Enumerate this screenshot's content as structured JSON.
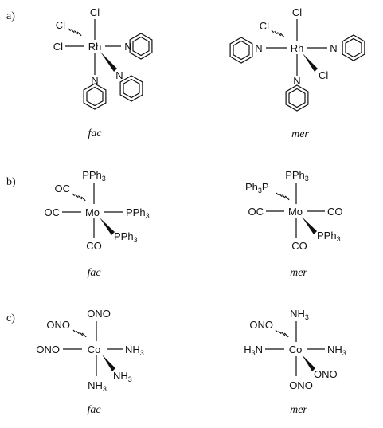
{
  "rows": [
    {
      "label": "a)",
      "structures": [
        {
          "caption": "fac",
          "metal": "Rh",
          "ligands": {
            "top": "Cl",
            "left": "Cl",
            "up_left": "Cl",
            "right": "N",
            "down": "N",
            "down_right": "N"
          }
        },
        {
          "caption": "mer",
          "metal": "Rh",
          "ligands": {
            "top": "Cl",
            "left": "N",
            "up_left": "Cl",
            "right": "N",
            "down": "N",
            "down_right": "Cl"
          }
        }
      ]
    },
    {
      "label": "b)",
      "structures": [
        {
          "caption": "fac",
          "metal": "Mo",
          "ligands": {
            "top": "PPh3",
            "left": "OC",
            "up_left": "OC",
            "right": "PPh3",
            "down": "CO",
            "down_right": "PPh3"
          }
        },
        {
          "caption": "mer",
          "metal": "Mo",
          "ligands": {
            "top": "PPh3",
            "left": "OC",
            "up_left": "Ph3P",
            "right": "CO",
            "down": "CO",
            "down_right": "PPh3"
          }
        }
      ]
    },
    {
      "label": "c)",
      "structures": [
        {
          "caption": "fac",
          "metal": "Co",
          "ligands": {
            "top": "ONO",
            "left": "ONO",
            "up_left": "ONO",
            "right": "NH3",
            "down": "NH3",
            "down_right": "NH3"
          }
        },
        {
          "caption": "mer",
          "metal": "Co",
          "ligands": {
            "top": "NH3",
            "left": "H3N",
            "up_left": "ONO",
            "right": "NH3",
            "down": "ONO",
            "down_right": "ONO"
          }
        }
      ]
    }
  ]
}
